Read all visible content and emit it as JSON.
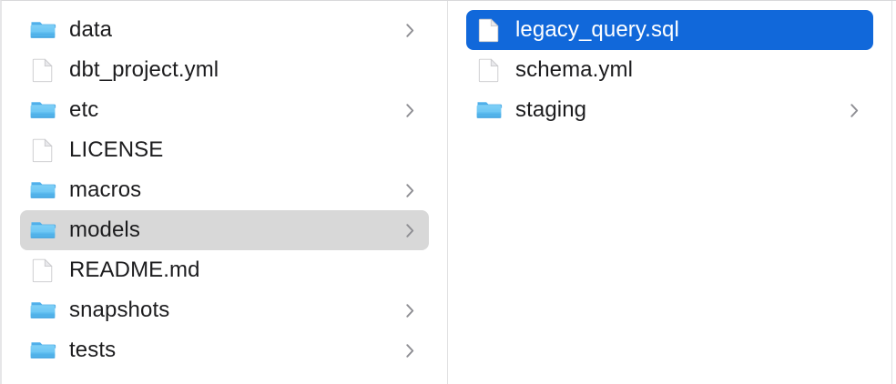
{
  "app": {
    "name": "Finder",
    "view": "column-view"
  },
  "colors": {
    "selection_blue": "#1168da",
    "selection_gray": "#d8d8d8",
    "folder_blue": "#5ab8f0",
    "folder_tab_blue": "#3f9fdc",
    "text": "#1c1c1e",
    "text_selected": "#ffffff",
    "divider": "#e0e0e2",
    "background": "#ffffff",
    "chevron": "#8e8e93"
  },
  "columns": [
    {
      "name": "column-1",
      "items": [
        {
          "label": "data",
          "kind": "folder",
          "icon": "folder-icon",
          "has_chevron": true,
          "selected": false
        },
        {
          "label": "dbt_project.yml",
          "kind": "file",
          "icon": "document-icon",
          "has_chevron": false,
          "selected": false
        },
        {
          "label": "etc",
          "kind": "folder",
          "icon": "folder-icon",
          "has_chevron": true,
          "selected": false
        },
        {
          "label": "LICENSE",
          "kind": "file",
          "icon": "document-icon",
          "has_chevron": false,
          "selected": false
        },
        {
          "label": "macros",
          "kind": "folder",
          "icon": "folder-icon",
          "has_chevron": true,
          "selected": false
        },
        {
          "label": "models",
          "kind": "folder",
          "icon": "folder-icon",
          "has_chevron": true,
          "selected": true
        },
        {
          "label": "README.md",
          "kind": "file",
          "icon": "document-icon",
          "has_chevron": false,
          "selected": false
        },
        {
          "label": "snapshots",
          "kind": "folder",
          "icon": "folder-icon",
          "has_chevron": true,
          "selected": false
        },
        {
          "label": "tests",
          "kind": "folder",
          "icon": "folder-icon",
          "has_chevron": true,
          "selected": false
        }
      ]
    },
    {
      "name": "column-2",
      "items": [
        {
          "label": "legacy_query.sql",
          "kind": "file",
          "icon": "document-icon",
          "has_chevron": false,
          "selected": true
        },
        {
          "label": "schema.yml",
          "kind": "file",
          "icon": "document-icon",
          "has_chevron": false,
          "selected": false
        },
        {
          "label": "staging",
          "kind": "folder",
          "icon": "folder-icon",
          "has_chevron": true,
          "selected": false
        }
      ]
    }
  ]
}
